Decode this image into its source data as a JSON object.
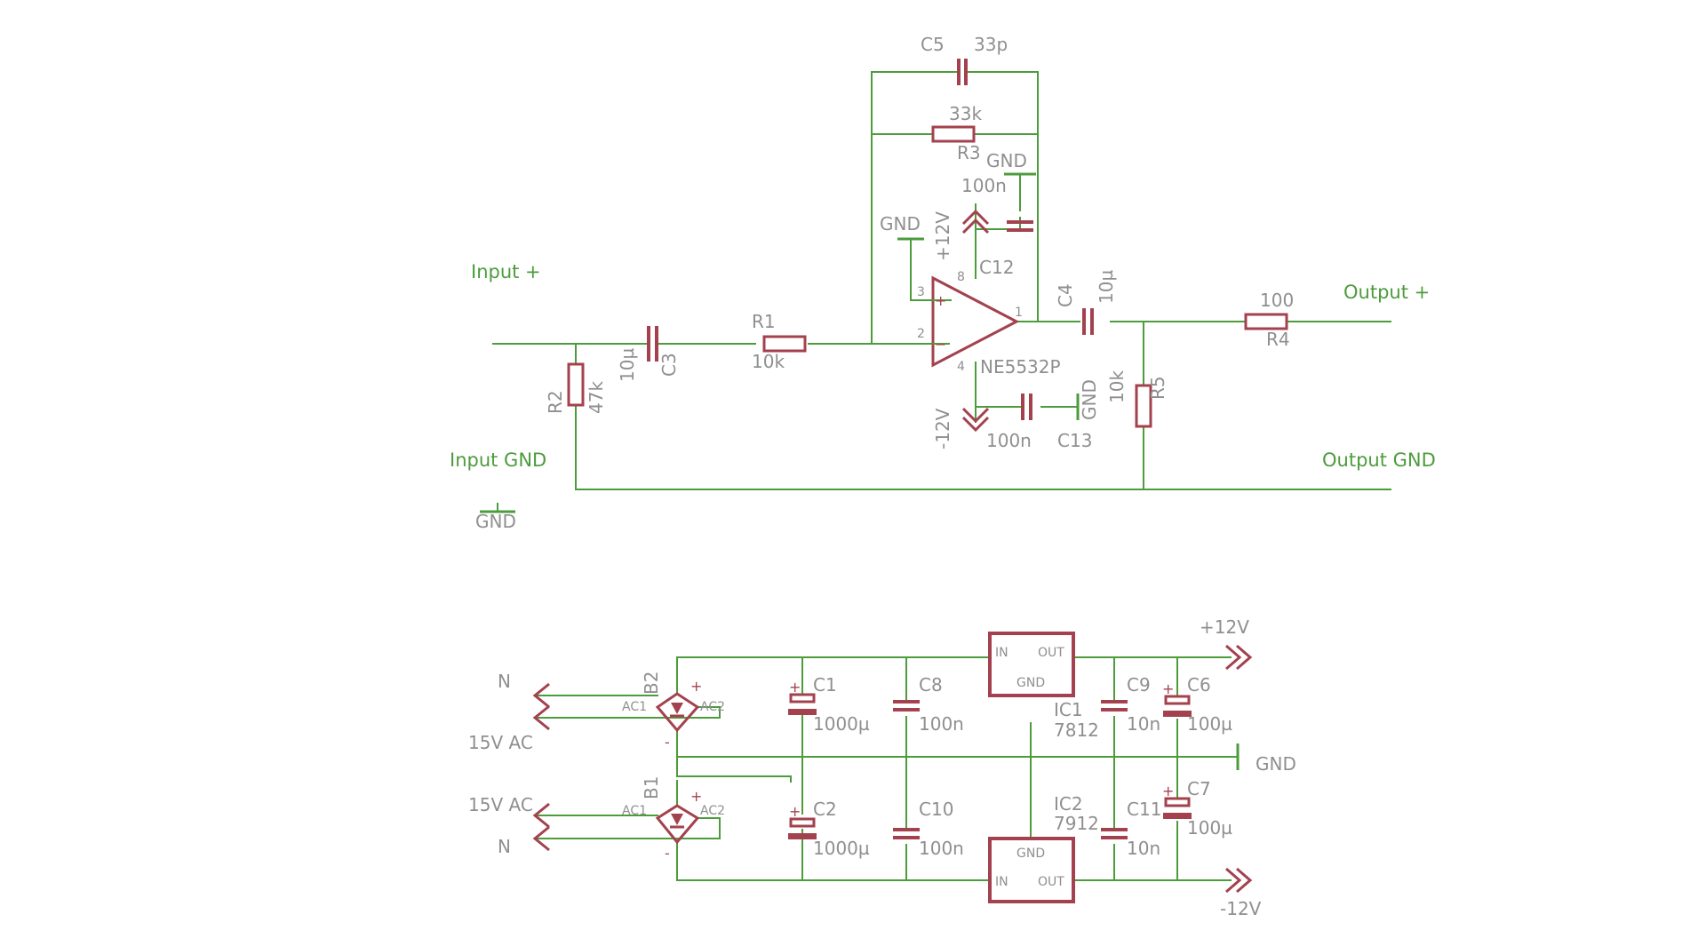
{
  "nets": {
    "input_plus": "Input +",
    "input_gnd": "Input GND",
    "output_plus": "Output +",
    "output_gnd": "Output GND"
  },
  "supply": {
    "pos": "+12V",
    "neg": "-12V",
    "gnd": "GND",
    "ac": "15V AC",
    "n": "N"
  },
  "opamp": {
    "part": "NE5532P",
    "pin_plus": "3",
    "pin_minus": "2",
    "pin_out": "1",
    "pin_vcc": "8",
    "pin_vee": "4",
    "sign_plus": "+",
    "sign_minus": "−"
  },
  "components": [
    {
      "ref": "R1",
      "value": "10k"
    },
    {
      "ref": "R2",
      "value": "47k"
    },
    {
      "ref": "R3",
      "value": "33k"
    },
    {
      "ref": "R4",
      "value": "100"
    },
    {
      "ref": "R5",
      "value": "10k"
    },
    {
      "ref": "C1",
      "value": "1000µ"
    },
    {
      "ref": "C2",
      "value": "1000µ"
    },
    {
      "ref": "C3",
      "value": "10µ"
    },
    {
      "ref": "C4",
      "value": "10µ"
    },
    {
      "ref": "C5",
      "value": "33p"
    },
    {
      "ref": "C6",
      "value": "100µ"
    },
    {
      "ref": "C7",
      "value": "100µ"
    },
    {
      "ref": "C8",
      "value": "100n"
    },
    {
      "ref": "C9",
      "value": "10n"
    },
    {
      "ref": "C10",
      "value": "100n"
    },
    {
      "ref": "C11",
      "value": "10n"
    },
    {
      "ref": "C12",
      "value": "100n"
    },
    {
      "ref": "C13",
      "value": "100n"
    }
  ],
  "regulators": [
    {
      "ref": "IC1",
      "part": "7812",
      "in": "IN",
      "out": "OUT",
      "gnd": "GND"
    },
    {
      "ref": "IC2",
      "part": "7912",
      "in": "IN",
      "out": "OUT",
      "gnd": "GND"
    }
  ],
  "bridges": [
    {
      "ref": "B2",
      "ac1": "AC1",
      "ac2": "AC2",
      "plus": "+",
      "minus": "-"
    },
    {
      "ref": "B1",
      "ac1": "AC1",
      "ac2": "AC2",
      "plus": "+",
      "minus": "-"
    }
  ],
  "polarity_mark": "+"
}
